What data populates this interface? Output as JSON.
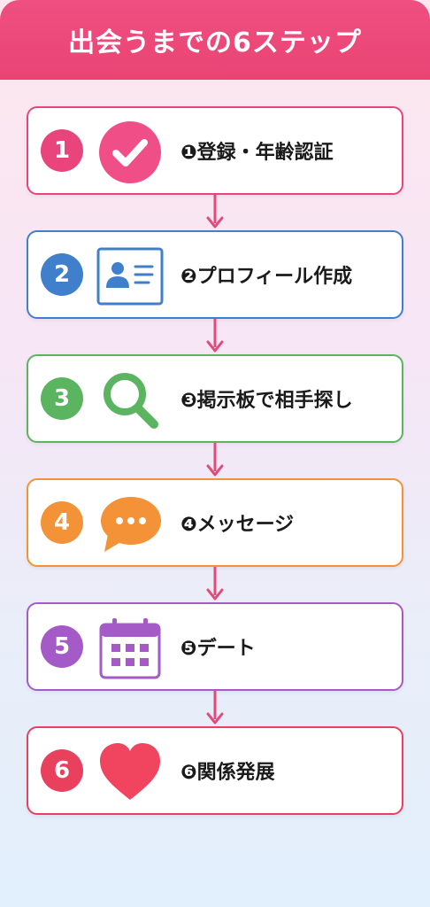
{
  "title": "出会うまでの6ステップ",
  "steps": [
    {
      "number": "1",
      "label": "❶登録・年齢認証",
      "color": "#e9457c",
      "icon": "checkmark-circle-icon"
    },
    {
      "number": "2",
      "label": "❷プロフィール作成",
      "color": "#3f7fcb",
      "icon": "profile-card-icon"
    },
    {
      "number": "3",
      "label": "❸掲示板で相手探し",
      "color": "#5bb460",
      "icon": "magnifier-icon"
    },
    {
      "number": "4",
      "label": "❹メッセージ",
      "color": "#f39237",
      "icon": "chat-bubble-icon"
    },
    {
      "number": "5",
      "label": "❺デート",
      "color": "#a55bc7",
      "icon": "calendar-icon"
    },
    {
      "number": "6",
      "label": "❻関係発展",
      "color": "#e9405e",
      "icon": "heart-icon"
    }
  ],
  "arrow_color": "#e24a78"
}
